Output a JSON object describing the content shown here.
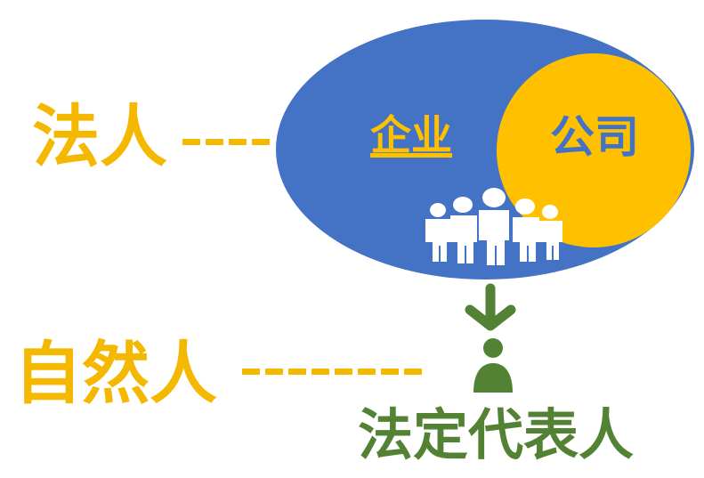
{
  "diagram": {
    "legal_person": {
      "label": "法人",
      "color": "#F5B800"
    },
    "natural_person": {
      "label": "自然人",
      "color": "#F5B800"
    },
    "enterprise": {
      "label": "企业",
      "fill": "#4472C4",
      "text_color": "#FFC000"
    },
    "company": {
      "label": "公司",
      "fill": "#FFC000",
      "text_color": "#4472C4"
    },
    "group_icon": {
      "icon": "people-group-icon",
      "count": 5,
      "color": "#FFFFFF"
    },
    "arrow": {
      "icon": "arrow-down-icon",
      "color": "#548235"
    },
    "representative_icon": {
      "icon": "person-icon",
      "color": "#548235"
    },
    "legal_representative": {
      "label": "法定代表人",
      "color": "#548235"
    },
    "connectors": [
      {
        "from": "法人",
        "to": "企业",
        "style": "dashed",
        "dashes": 4
      },
      {
        "from": "自然人",
        "to": "法定代表人",
        "style": "dashed",
        "dashes": 8
      }
    ]
  }
}
